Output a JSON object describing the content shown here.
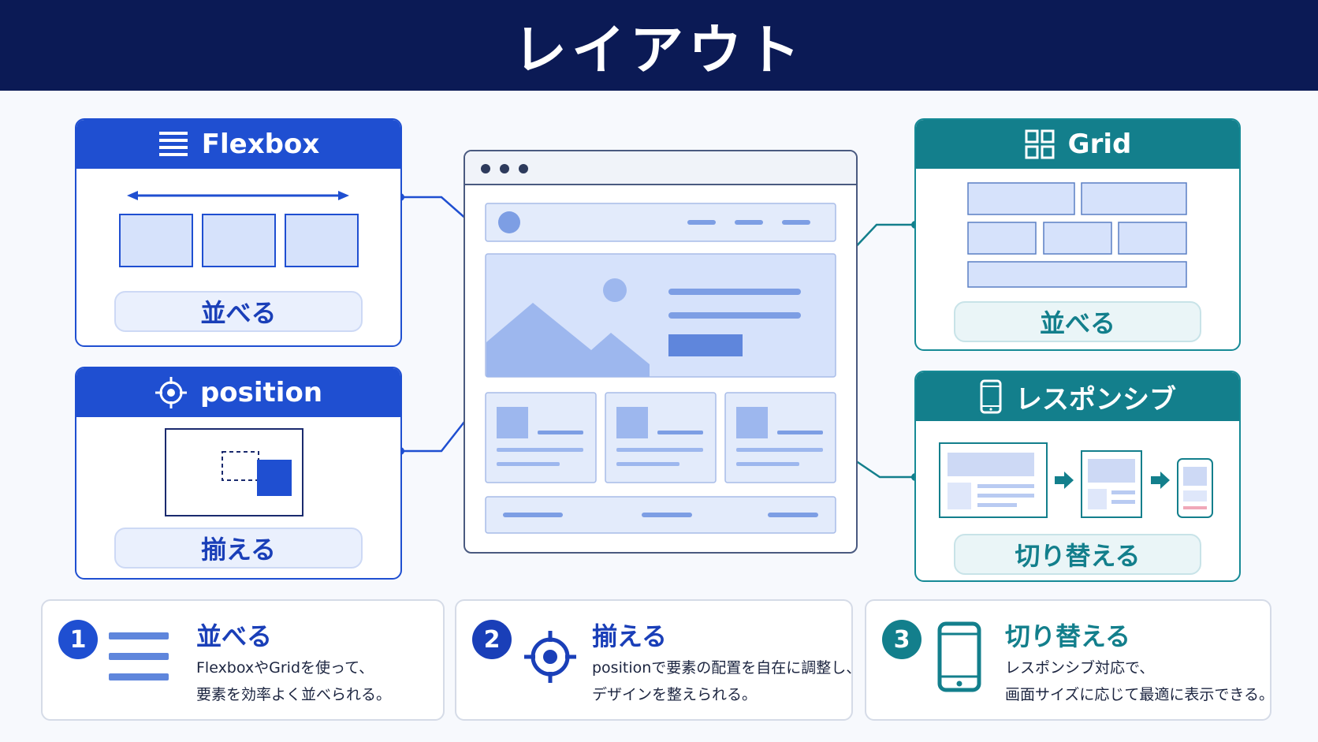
{
  "title": "レイアウト",
  "flexbox": {
    "title": "Flexbox",
    "label": "並べる"
  },
  "position": {
    "title": "position",
    "label": "揃える"
  },
  "grid": {
    "title": "Grid",
    "label": "並べる"
  },
  "responsive": {
    "title": "レスポンシブ",
    "label": "切り替える"
  },
  "steps": [
    {
      "number": "1",
      "title": "並べる",
      "line1": "FlexboxやGridを使って、",
      "line2": "要素を効率よく並べられる。"
    },
    {
      "number": "2",
      "title": "揃える",
      "line1": "positionで要素の配置を自在に調整し、",
      "line2": "デザインを整えられる。"
    },
    {
      "number": "3",
      "title": "切り替える",
      "line1": "レスポンシブ対応で、",
      "line2": "画面サイズに応じて最適に表示できる。"
    }
  ],
  "colors": {
    "navy": "#0b1a55",
    "blue": "#1f4fd1",
    "teal": "#137f8c"
  },
  "icons": [
    "hamburger-icon",
    "crosshair-icon",
    "grid-icon",
    "smartphone-icon"
  ]
}
